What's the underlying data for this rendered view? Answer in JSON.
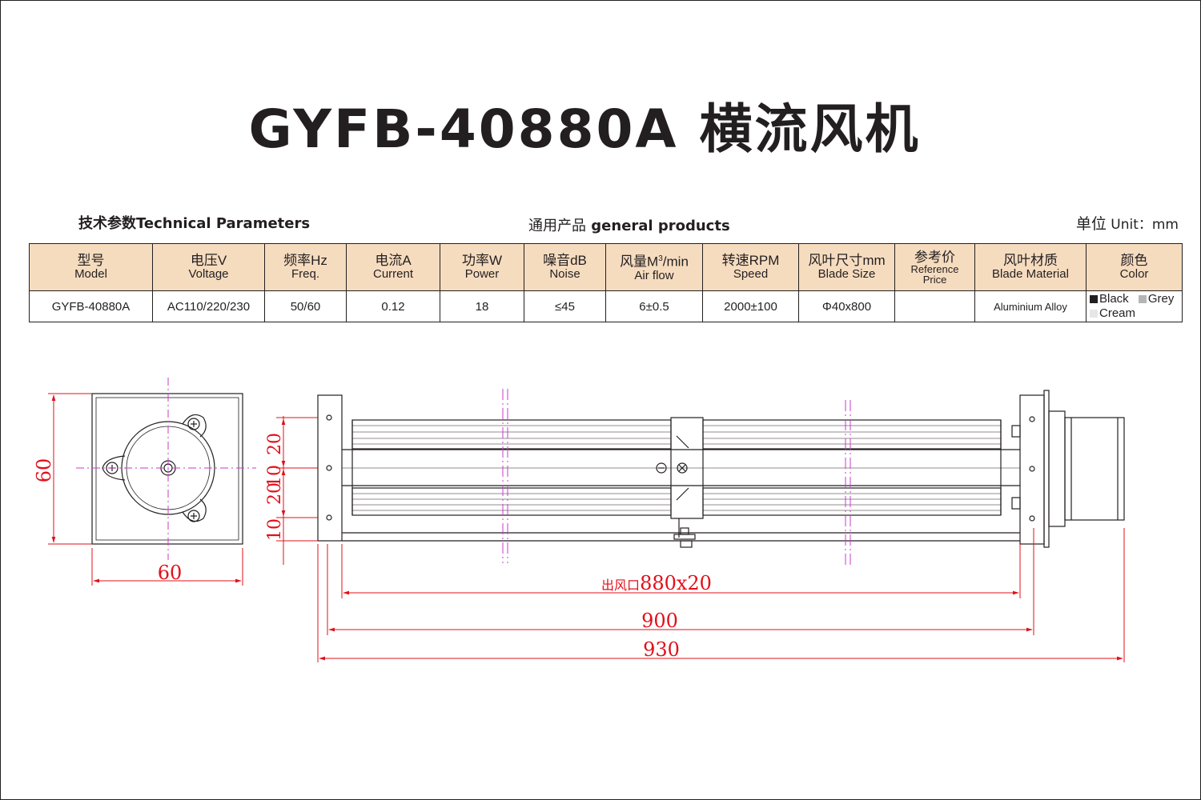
{
  "title": "GYFB-40880A 横流风机",
  "subheads": {
    "tech_zh": "技术参数",
    "tech_en": "Technical Parameters",
    "general_zh": "通用产品",
    "general_en": "general products",
    "unit_zh": "单位",
    "unit_en": "Unit：mm"
  },
  "table": {
    "headers": [
      {
        "zh": "型号",
        "en": "Model"
      },
      {
        "zh": "电压V",
        "en": "Voltage"
      },
      {
        "zh": "频率Hz",
        "en": "Freq."
      },
      {
        "zh": "电流A",
        "en": "Current"
      },
      {
        "zh": "功率W",
        "en": "Power"
      },
      {
        "zh": "噪音dB",
        "en": "Noise"
      },
      {
        "zh": "风量M",
        "sup": "3",
        "zh_tail": "/min",
        "en": "Air flow"
      },
      {
        "zh": "转速RPM",
        "en": "Speed"
      },
      {
        "zh": "风叶尺寸mm",
        "en": "Blade Size"
      },
      {
        "zh": "参考价",
        "en1": "Reference",
        "en2": "Price"
      },
      {
        "zh": "风叶材质",
        "en": "Blade Material"
      },
      {
        "zh": "颜色",
        "en": "Color"
      }
    ],
    "row": [
      "GYFB-40880A",
      "AC110/220/230",
      "50/60",
      "0.12",
      "18",
      "≤45",
      "6±0.5",
      "2000±100",
      "Φ40x800",
      "",
      "Aluminium Alloy"
    ],
    "colors": [
      {
        "name": "Black",
        "hex": "#231f20"
      },
      {
        "name": "Grey",
        "hex": "#b5b5b5"
      },
      {
        "name": "Cream",
        "hex": "#e6e6e6"
      }
    ]
  },
  "drawing": {
    "side_height": "60",
    "side_width": "60",
    "dim_20a": "20",
    "dim_20b": "20",
    "dim_10a": "10",
    "dim_10b": "10",
    "outlet_prefix": "出风口",
    "outlet": "880x20",
    "len_900": "900",
    "len_930": "930",
    "line_color": "#231f20",
    "dim_color": "#e2101a",
    "center_color": "#c83cc8"
  }
}
